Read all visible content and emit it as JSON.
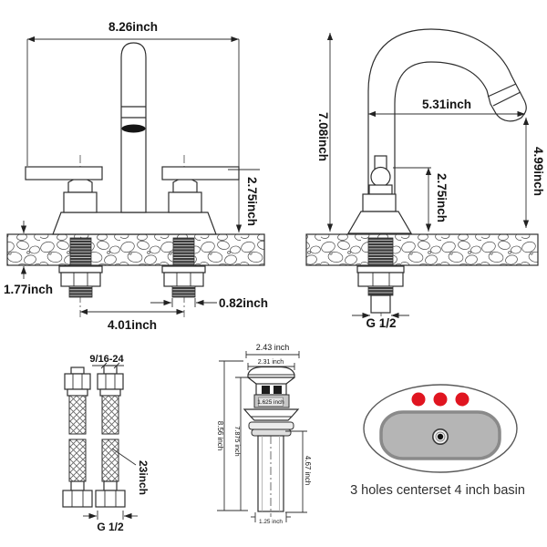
{
  "front_view": {
    "width": "8.26inch",
    "handle_height": "2.75inch",
    "deck_thickness": "1.77inch",
    "shank_diameter": "0.82inch",
    "hole_spacing": "4.01inch"
  },
  "side_view": {
    "total_height": "7.08inch",
    "spout_reach": "5.31inch",
    "spout_height": "4.99inch",
    "handle_height": "2.75inch",
    "shank_thread": "G 1/2"
  },
  "hoses": {
    "top_thread": "9/16-24",
    "length": "23inch",
    "bottom_thread": "G 1/2"
  },
  "drain": {
    "top_width": "2.43 inch",
    "cap_width": "2.31 inch",
    "body_width": "1.625 inch",
    "total_height": "8.56 inch",
    "under_flange_height": "7.875 inch",
    "tailpipe_height": "4.67 inch",
    "tailpipe_width": "1.25 inch"
  },
  "basin": {
    "caption": "3 holes centerset 4 inch basin"
  },
  "colors": {
    "line": "#2f2f2f",
    "hole_red": "#e01520",
    "basin_fill": "#b5b5b5"
  }
}
